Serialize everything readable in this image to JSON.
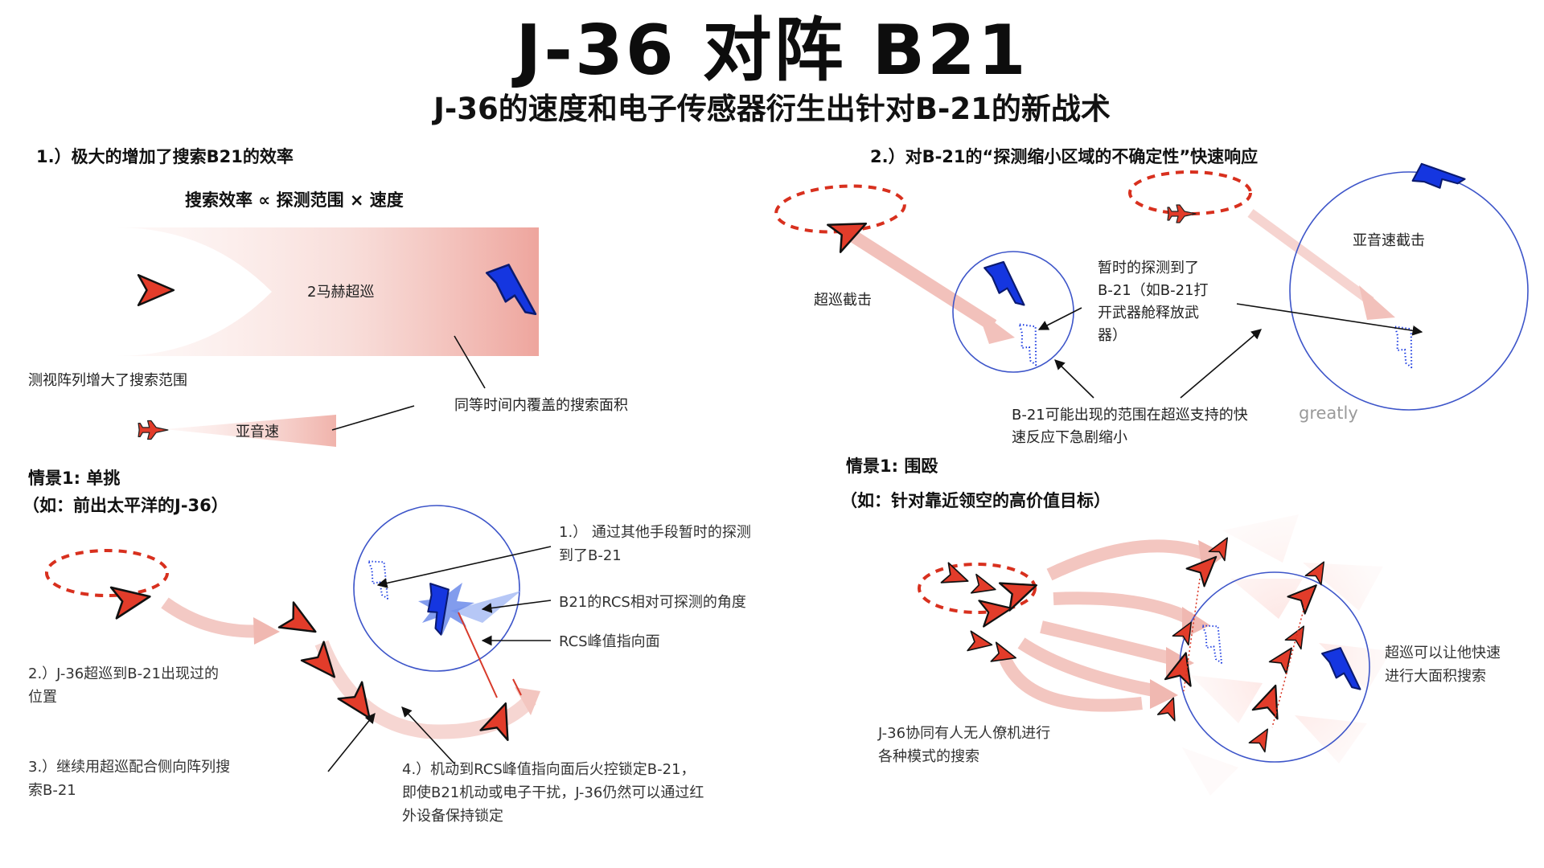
{
  "title": "J-36 对阵 B21",
  "subtitle": "J-36的速度和电子传感器衍生出针对B-21的新战术",
  "colors": {
    "fighter_red": "#e23c2a",
    "bomber_blue": "#1536e0",
    "arrow_pink": "#f2c1bb",
    "circle_blue": "#3d55c9",
    "patrol_dash": "#d8301e"
  },
  "section1": {
    "heading": "1.）极大的增加了搜索B21的效率",
    "formula": "搜索效率 ∝ 探测范围 × 速度",
    "mach2_label": "2马赫超巡",
    "range_label": "测视阵列增大了搜索范围",
    "subsonic_label": "亚音速",
    "area_label": "同等时间内覆盖的搜索面积"
  },
  "section2": {
    "heading": "2.）对B-21的“探测缩小区域的不确定性”快速响应",
    "supercruise_label": "超巡截击",
    "subsonic_label": "亚音速截击",
    "temp_detect_lines": [
      "暂时的探测到了",
      "B-21（如B-21打",
      "开武器舱释放武",
      "器）"
    ],
    "range_shrink_lines": [
      "B-21可能出现的范围在超巡支持的快",
      "速反应下急剧缩小"
    ],
    "stray_text": "greatly"
  },
  "scenario_left": {
    "heading_line1": "情景1: 单挑",
    "heading_line2": "（如：前出太平洋的J-36）",
    "note1_lines": [
      "1.） 通过其他手段暂时的探测",
      "到了B-21"
    ],
    "note_rcs_angle": "B21的RCS相对可探测的角度",
    "note_rcs_peak": "RCS峰值指向面",
    "note2_lines": [
      "2.）J-36超巡到B-21出现过的",
      "位置"
    ],
    "note3_lines": [
      "3.）继续用超巡配合侧向阵列搜",
      "索B-21"
    ],
    "note4_lines": [
      "4.）机动到RCS峰值指向面后火控锁定B-21，",
      "即使B21机动或电子干扰，J-36仍然可以通过红",
      "外设备保持锁定"
    ]
  },
  "scenario_right": {
    "heading_line1": "情景1: 围殴",
    "heading_line2": "（如：针对靠近领空的高价值目标）",
    "note_fast_lines": [
      "超巡可以让他快速",
      "进行大面积搜索"
    ],
    "note_coop_lines": [
      "J-36协同有人无人僚机进行",
      "各种模式的搜索"
    ]
  }
}
